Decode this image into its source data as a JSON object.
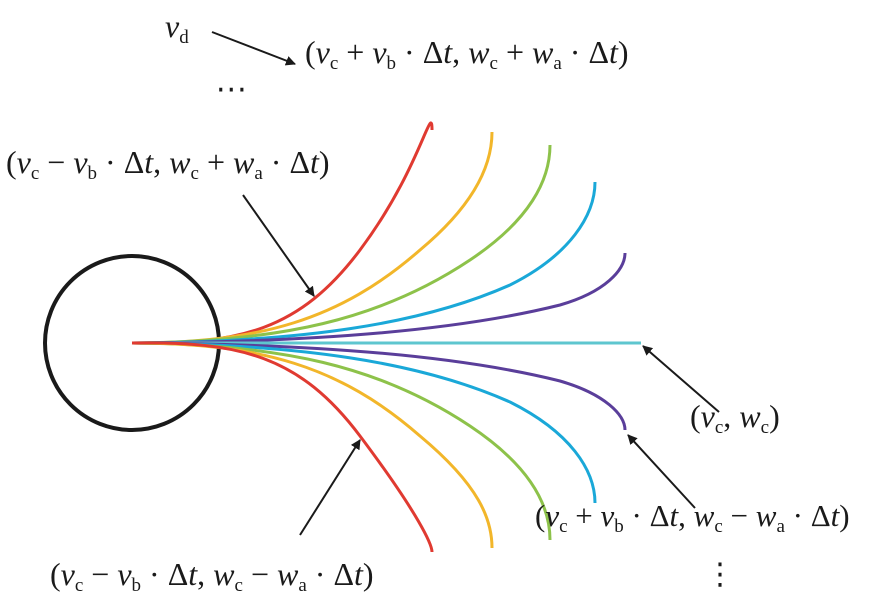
{
  "labels": {
    "vd": {
      "sym": "v",
      "sub": "d"
    },
    "top": {
      "open": "(",
      "v": "v",
      "vsub": "c",
      "op1": " + ",
      "v2": "v",
      "v2sub": "b",
      "mul1": " · Δ",
      "t1": "t",
      "sep": ", ",
      "w": "w",
      "wsub": "c",
      "op2": " + ",
      "w2": "w",
      "w2sub": "a",
      "mul2": " · Δ",
      "t2": "t",
      "close": ")"
    },
    "upper_left": {
      "open": "(",
      "v": "v",
      "vsub": "c",
      "op1": " − ",
      "v2": "v",
      "v2sub": "b",
      "mul1": " · Δ",
      "t1": "t",
      "sep": ", ",
      "w": "w",
      "wsub": "c",
      "op2": " + ",
      "w2": "w",
      "w2sub": "a",
      "mul2": " · Δ",
      "t2": "t",
      "close": ")"
    },
    "center": {
      "open": "(",
      "v": "v",
      "vsub": "c",
      "sep": ", ",
      "w": "w",
      "wsub": "c",
      "close": ")"
    },
    "lower_right": {
      "open": "(",
      "v": "v",
      "vsub": "c",
      "op1": " + ",
      "v2": "v",
      "v2sub": "b",
      "mul1": " · Δ",
      "t1": "t",
      "sep": ", ",
      "w": "w",
      "wsub": "c",
      "op2": " − ",
      "w2": "w",
      "w2sub": "a",
      "mul2": " · Δ",
      "t2": "t",
      "close": ")"
    },
    "lower_left": {
      "open": "(",
      "v": "v",
      "vsub": "c",
      "op1": " − ",
      "v2": "v",
      "v2sub": "b",
      "mul1": " · Δ",
      "t1": "t",
      "sep": ", ",
      "w": "w",
      "wsub": "c",
      "op2": " − ",
      "w2": "w",
      "w2sub": "a",
      "mul2": " · Δ",
      "t2": "t",
      "close": ")"
    },
    "ellipsis_h": "···",
    "ellipsis_v": "⋮"
  },
  "trajectory_colors": [
    "#e03a31",
    "#f2b62a",
    "#8dc24a",
    "#1aa8d8",
    "#5a3e9a",
    "#5ec6cf"
  ],
  "robot_outline_color": "#1a1a1a",
  "arrow_color": "#1a1a1a"
}
